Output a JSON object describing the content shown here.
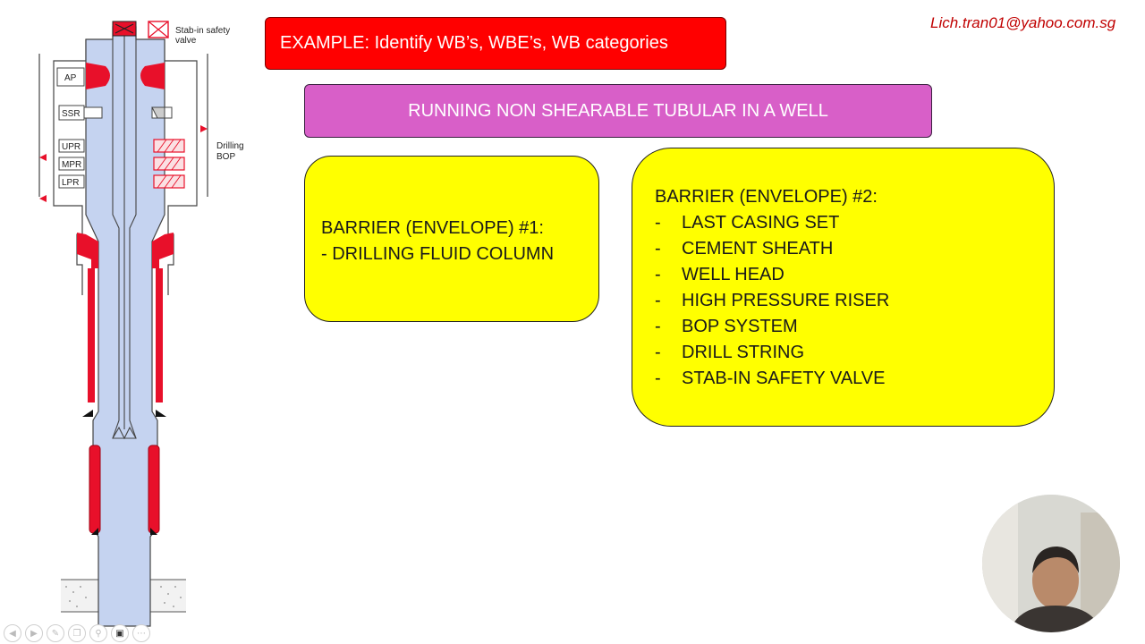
{
  "header": {
    "email": "Lich.tran01@yahoo.com.sg",
    "title": "EXAMPLE: Identify WB’s, WBE’s, WB categories",
    "subtitle": "RUNNING NON SHEARABLE TUBULAR IN A WELL"
  },
  "barrier1": {
    "heading": "BARRIER (ENVELOPE) #1:",
    "line": "- DRILLING FLUID COLUMN"
  },
  "barrier2": {
    "heading": "BARRIER (ENVELOPE) #2:",
    "dash": "-",
    "items": [
      "LAST CASING SET",
      "CEMENT SHEATH",
      "WELL HEAD",
      "HIGH PRESSURE RISER",
      "BOP SYSTEM",
      "DRILL STRING",
      "STAB-IN SAFETY VALVE"
    ]
  },
  "diagram": {
    "labels": {
      "stab_in_line1": "Stab-in safety",
      "stab_in_line2": "valve",
      "ap": "AP",
      "ssr": "SSR",
      "upr": "UPR",
      "mpr": "MPR",
      "lpr": "LPR",
      "drilling_line1": "Drilling",
      "drilling_line2": "BOP"
    }
  },
  "colors": {
    "title_bg": "#ff0000",
    "subtitle_bg": "#d85fc8",
    "barrier_bg": "#ffff00",
    "email_color": "#c00000",
    "barrier_element_red": "#e8102a",
    "fluid_blue": "#c5d3f0"
  },
  "toolbar_icons": [
    "prev-icon",
    "next-icon",
    "pen-icon",
    "copy-icon",
    "search-icon",
    "camera-icon",
    "more-icon"
  ]
}
